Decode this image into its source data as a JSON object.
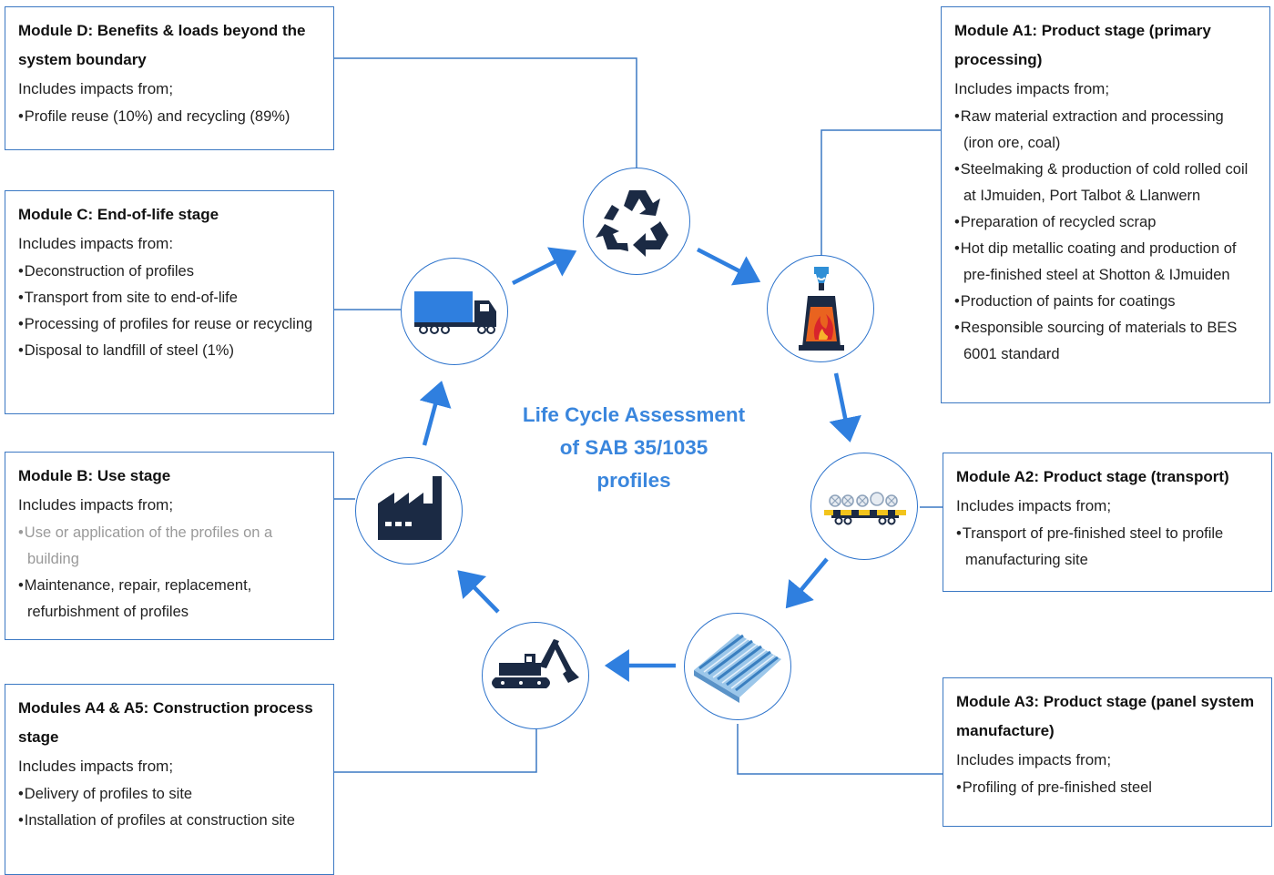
{
  "center_title": [
    "Life Cycle Assessment",
    "of SAB 35/1035",
    "profiles"
  ],
  "modules": {
    "d": {
      "title": "Module D: Benefits & loads beyond the system boundary",
      "intro": "Includes impacts from;",
      "items": [
        "Profile reuse (10%) and recycling (89%)"
      ]
    },
    "c": {
      "title": "Module C: End-of-life stage",
      "intro": "Includes impacts from:",
      "items": [
        "Deconstruction of profiles",
        "Transport from site to end-of-life",
        "Processing of profiles for reuse or recycling",
        "Disposal to landfill of steel (1%)"
      ]
    },
    "b": {
      "title": "Module B: Use stage",
      "intro": "Includes impacts from;",
      "items": [
        "Use or application of the profiles on a building",
        "Maintenance, repair, replacement, refurbishment of profiles"
      ]
    },
    "a45": {
      "title": "Modules A4 & A5: Construction process stage",
      "intro": "Includes impacts from;",
      "items": [
        "Delivery of profiles to site",
        "Installation of profiles at construction site"
      ]
    },
    "a1": {
      "title": "Module A1: Product stage (primary processing)",
      "intro": "Includes impacts from;",
      "items": [
        "Raw material extraction and processing (iron ore, coal)",
        "Steelmaking & production of cold rolled coil at IJmuiden, Port Talbot & Llanwern",
        "Preparation of recycled scrap",
        "Hot dip metallic coating and production of pre-finished steel at Shotton & IJmuiden",
        "Production of paints for coatings",
        "Responsible sourcing of materials to BES 6001 standard"
      ]
    },
    "a2": {
      "title": "Module A2: Product stage (transport)",
      "intro": "Includes impacts from;",
      "items": [
        "Transport of pre-finished steel to profile manufacturing site"
      ]
    },
    "a3": {
      "title": "Module A3: Product stage (panel system manufacture)",
      "intro": "Includes impacts from;",
      "items": [
        "Profiling of pre-finished steel"
      ]
    }
  },
  "icons": {
    "recycle": "recycle-icon",
    "furnace": "furnace-icon",
    "coils": "steel-coil-transport-icon",
    "profiles": "steel-profile-sheets-icon",
    "excavator": "excavator-icon",
    "factory": "factory-icon",
    "truck": "truck-icon"
  },
  "colors": {
    "arrow": "#2f7fdf",
    "border": "#3b78c3",
    "center_text": "#3a86dd",
    "icon_dark": "#1b2a44",
    "muted": "#9a9a9a"
  }
}
